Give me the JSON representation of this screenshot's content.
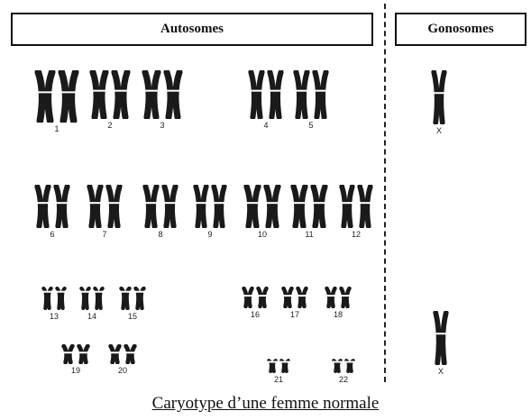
{
  "header": {
    "autosomes_label": "Autosomes",
    "gonosomes_label": "Gonosomes"
  },
  "autosome_pairs": [
    {
      "label": "1"
    },
    {
      "label": "2"
    },
    {
      "label": "3"
    },
    {
      "label": "4"
    },
    {
      "label": "5"
    },
    {
      "label": "6"
    },
    {
      "label": "7"
    },
    {
      "label": "8"
    },
    {
      "label": "9"
    },
    {
      "label": "10"
    },
    {
      "label": "11"
    },
    {
      "label": "12"
    },
    {
      "label": "13"
    },
    {
      "label": "14"
    },
    {
      "label": "15"
    },
    {
      "label": "16"
    },
    {
      "label": "17"
    },
    {
      "label": "18"
    },
    {
      "label": "19"
    },
    {
      "label": "20"
    },
    {
      "label": "21"
    },
    {
      "label": "22"
    }
  ],
  "gonosomes": [
    {
      "label": "X"
    },
    {
      "label": "X"
    }
  ],
  "caption": "Caryotype d’une femme normale",
  "colors": {
    "chromosome": "#1a1a1a",
    "border": "#111111"
  }
}
